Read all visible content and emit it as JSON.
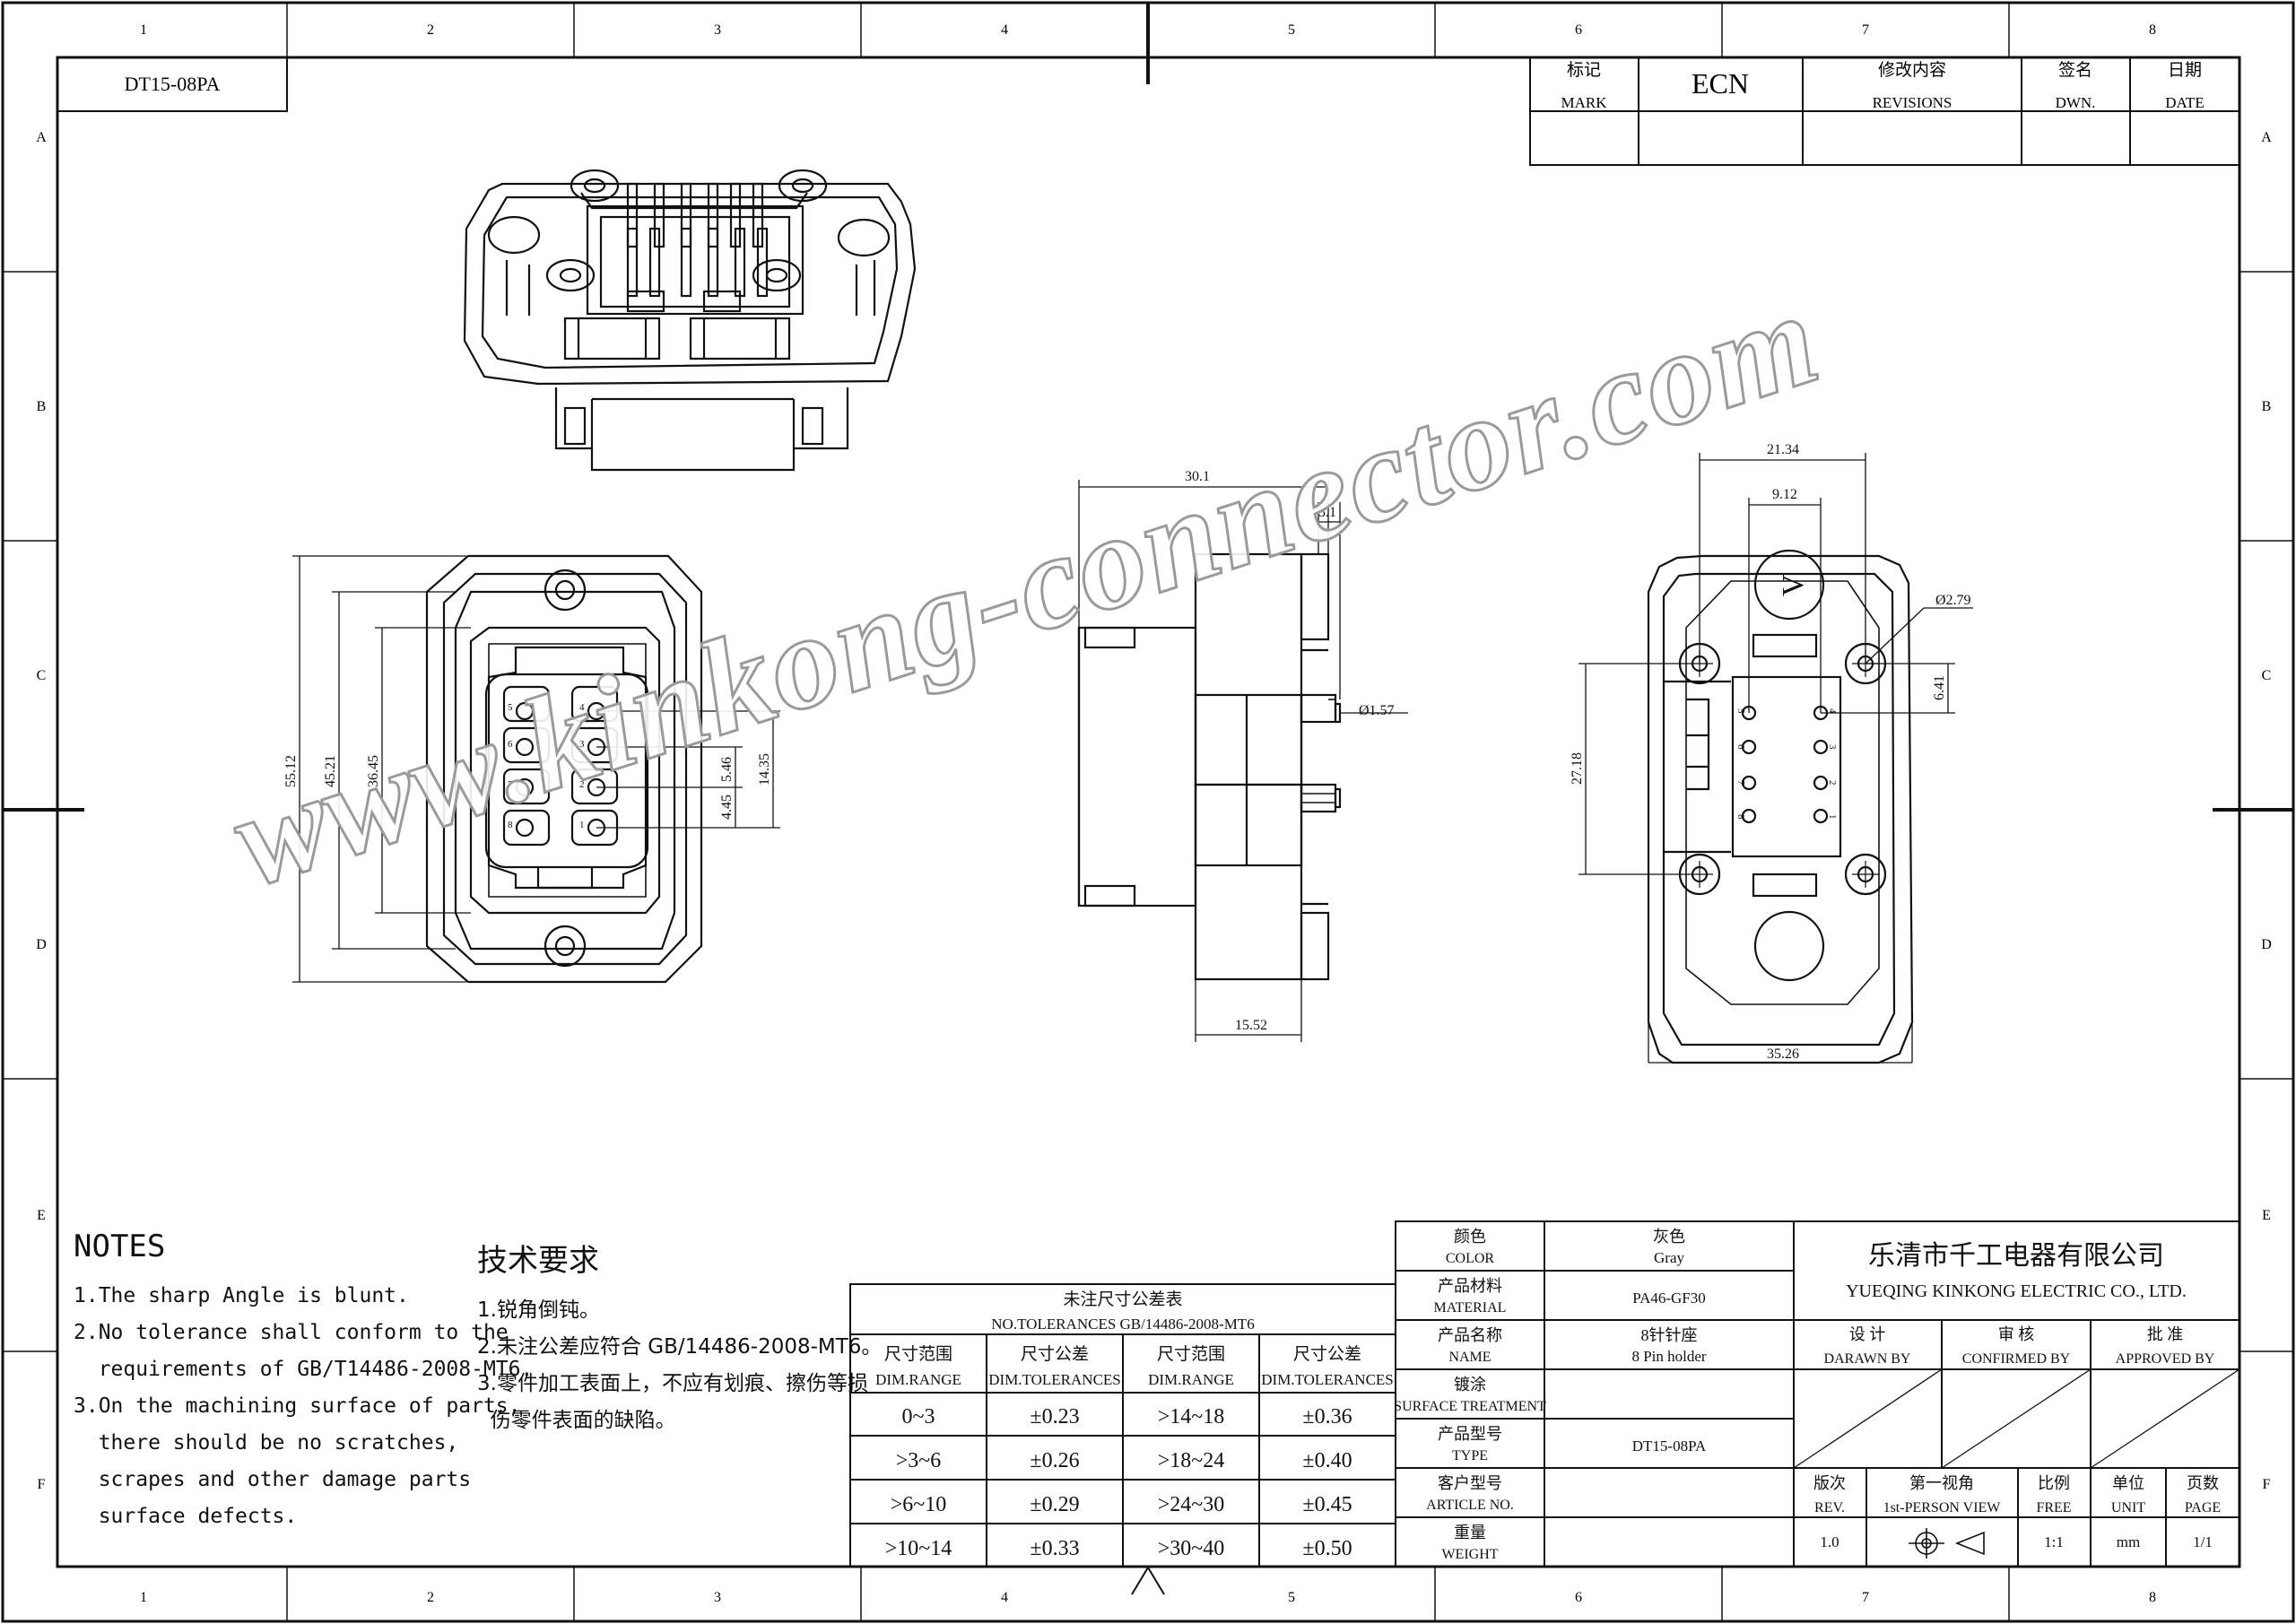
{
  "drawing_no": "DT15-08PA",
  "grid": {
    "columns": [
      "1",
      "2",
      "3",
      "4",
      "5",
      "6",
      "7",
      "8"
    ],
    "rows": [
      "A",
      "B",
      "C",
      "D",
      "E",
      "F"
    ]
  },
  "revision_table": {
    "mark_cn": "标记",
    "mark_en": "MARK",
    "ecn": "ECN",
    "revisions_cn": "修改内容",
    "revisions_en": "REVISIONS",
    "dwn_cn": "签名",
    "dwn_en": "DWN.",
    "date_cn": "日期",
    "date_en": "DATE"
  },
  "dimensions": {
    "front_width": "55.12",
    "front_h1": "45.21",
    "front_h2": "36.45",
    "pitch_a": "5.46",
    "pitch_b": "4.45",
    "span": "14.35",
    "side_len": "30.1",
    "side_pin": "3.1",
    "pin_dia": "Ø1.57",
    "side_body": "15.52",
    "rear_w": "21.34",
    "rear_c": "9.12",
    "hole": "Ø2.79",
    "rear_off": "6.41",
    "rear_h": "27.18",
    "rear_total": "35.26"
  },
  "pin_labels": [
    "5",
    "4",
    "6",
    "3",
    "7",
    "2",
    "8",
    "1"
  ],
  "watermark": "www.kinkong-connector.com",
  "notes": {
    "title": "NOTES",
    "lines": [
      "1.The sharp Angle is blunt.",
      "2.No tolerance shall conform to the",
      "  requirements of GB/T14486-2008-MT6.",
      "3.On the machining surface of parts,",
      "  there should be no scratches,",
      "  scrapes and other damage parts",
      "  surface defects."
    ]
  },
  "notes_cn": {
    "title": "技术要求",
    "lines": [
      "1.锐角倒钝。",
      "2.未注公差应符合 GB/14486-2008-MT6。",
      "3.零件加工表面上，不应有划痕、擦伤等损",
      "  伤零件表面的缺陷。"
    ]
  },
  "tolerance_table": {
    "title_cn": "未注尺寸公差表",
    "title_en": "NO.TOLERANCES GB/14486-2008-MT6",
    "headers": [
      {
        "cn": "尺寸范围",
        "en": "DIM.RANGE"
      },
      {
        "cn": "尺寸公差",
        "en": "DIM.TOLERANCES"
      },
      {
        "cn": "尺寸范围",
        "en": "DIM.RANGE"
      },
      {
        "cn": "尺寸公差",
        "en": "DIM.TOLERANCES"
      }
    ],
    "rows": [
      [
        "0~3",
        "±0.23",
        ">14~18",
        "±0.36"
      ],
      [
        ">3~6",
        "±0.26",
        ">18~24",
        "±0.40"
      ],
      [
        ">6~10",
        "±0.29",
        ">24~30",
        "±0.45"
      ],
      [
        ">10~14",
        "±0.33",
        ">30~40",
        "±0.50"
      ]
    ]
  },
  "title_block": {
    "fields": [
      {
        "cn": "颜色",
        "en": "COLOR",
        "value_cn": "灰色",
        "value_en": "Gray"
      },
      {
        "cn": "产品材料",
        "en": "MATERIAL",
        "value_cn": "",
        "value_en": "PA46-GF30"
      },
      {
        "cn": "产品名称",
        "en": "NAME",
        "value_cn": "8针针座",
        "value_en": "8 Pin holder"
      },
      {
        "cn": "镀涂",
        "en": "SURFACE TREATMENT",
        "value_cn": "",
        "value_en": ""
      },
      {
        "cn": "产品型号",
        "en": "TYPE",
        "value_cn": "",
        "value_en": "DT15-08PA"
      },
      {
        "cn": "客户型号",
        "en": "ARTICLE NO.",
        "value_cn": "",
        "value_en": ""
      },
      {
        "cn": "重量",
        "en": "WEIGHT",
        "value_cn": "",
        "value_en": ""
      }
    ],
    "company_cn": "乐清市千工电器有限公司",
    "company_en": "YUEQING KINKONG ELECTRIC CO., LTD.",
    "drawn_cn": "设 计",
    "drawn_en": "DARAWN BY",
    "confirmed_cn": "审 核",
    "confirmed_en": "CONFIRMED BY",
    "approved_cn": "批 准",
    "approved_en": "APPROVED BY",
    "rev_cn": "版次",
    "rev_en": "REV.",
    "rev_value": "1.0",
    "view_cn": "第一视角",
    "view_en": "1st-PERSON VIEW",
    "scale_cn": "比例",
    "scale_en": "FREE",
    "scale_value": "1:1",
    "unit_cn": "单位",
    "unit_en": "UNIT",
    "unit_value": "mm",
    "page_cn": "页数",
    "page_en": "PAGE",
    "page_value": "1/1"
  }
}
